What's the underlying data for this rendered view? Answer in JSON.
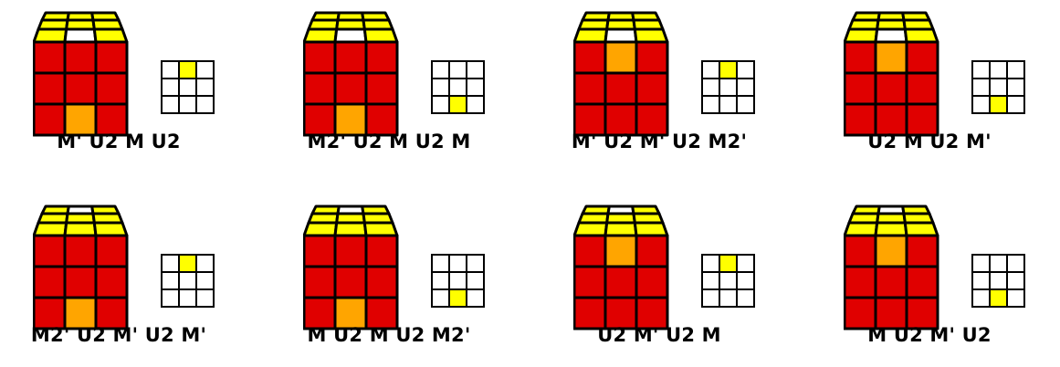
{
  "colors": {
    "top": "#ffff00",
    "front": "#e00000",
    "outline": "#000000",
    "highlight_white": "#ffffff",
    "highlight_orange": "#ffa500",
    "grid_marker": "#ffff00",
    "grid_empty": "#ffffff"
  },
  "cases": [
    {
      "algorithm": "M' U2 M U2",
      "top_white_row": 2,
      "top_white_col": 1,
      "front_orange_row": 2,
      "front_orange_col": 1,
      "marker_row": 0,
      "marker_col": 1
    },
    {
      "algorithm": "M2' U2 M U2 M",
      "top_white_row": 2,
      "top_white_col": 1,
      "front_orange_row": 2,
      "front_orange_col": 1,
      "marker_row": 2,
      "marker_col": 1
    },
    {
      "algorithm": "M' U2 M' U2 M2'",
      "top_white_row": 2,
      "top_white_col": 1,
      "front_orange_row": 0,
      "front_orange_col": 1,
      "marker_row": 0,
      "marker_col": 1
    },
    {
      "algorithm": "U2 M U2 M'",
      "top_white_row": 2,
      "top_white_col": 1,
      "front_orange_row": 0,
      "front_orange_col": 1,
      "marker_row": 2,
      "marker_col": 1
    },
    {
      "algorithm": "M2' U2 M' U2 M'",
      "top_white_row": 0,
      "top_white_col": 1,
      "front_orange_row": 2,
      "front_orange_col": 1,
      "marker_row": 0,
      "marker_col": 1
    },
    {
      "algorithm": "M U2 M U2 M2'",
      "top_white_row": 0,
      "top_white_col": 1,
      "front_orange_row": 2,
      "front_orange_col": 1,
      "marker_row": 2,
      "marker_col": 1
    },
    {
      "algorithm": "U2 M' U2 M",
      "top_white_row": 0,
      "top_white_col": 1,
      "front_orange_row": 0,
      "front_orange_col": 1,
      "marker_row": 0,
      "marker_col": 1
    },
    {
      "algorithm": "M U2 M' U2",
      "top_white_row": 0,
      "top_white_col": 1,
      "front_orange_row": 0,
      "front_orange_col": 1,
      "marker_row": 2,
      "marker_col": 1
    }
  ]
}
